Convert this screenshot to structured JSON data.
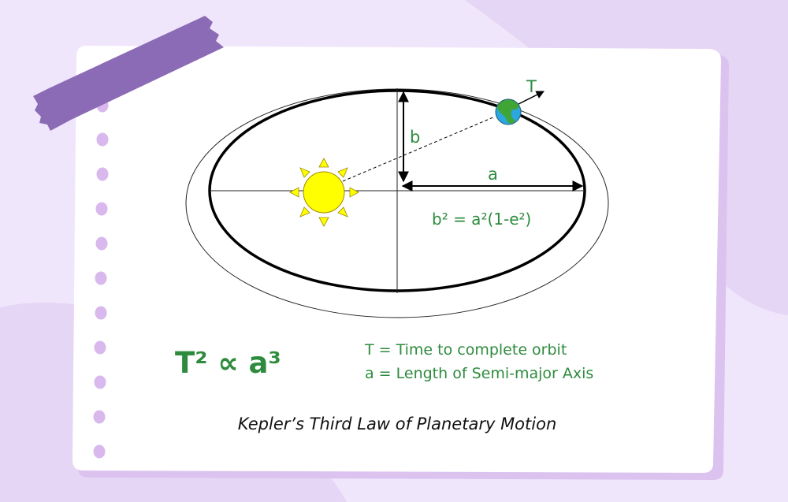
{
  "diagram": {
    "labels": {
      "period": "T",
      "semi_minor": "b",
      "semi_major": "a",
      "relation": "b² = a²(1-e²)"
    },
    "law_formula": "T² ∝ a³",
    "legend": [
      "T = Time to complete orbit",
      "a = Length of Semi-major Axis"
    ],
    "caption": "Kepler’s Third Law of Planetary Motion"
  },
  "colors": {
    "background": "#efe6fb",
    "background_blob": "#e6d6f5",
    "paper": "#ffffff",
    "paper_shadow": "#dcc3ef",
    "tape": "#8b6bb5",
    "binder_hole": "#d9b8ee",
    "label_green": "#2e8b3e",
    "sun": "#ffff00",
    "sun_outline": "#a08a00",
    "planet_ocean": "#2ba6de",
    "planet_land": "#3fa535"
  }
}
